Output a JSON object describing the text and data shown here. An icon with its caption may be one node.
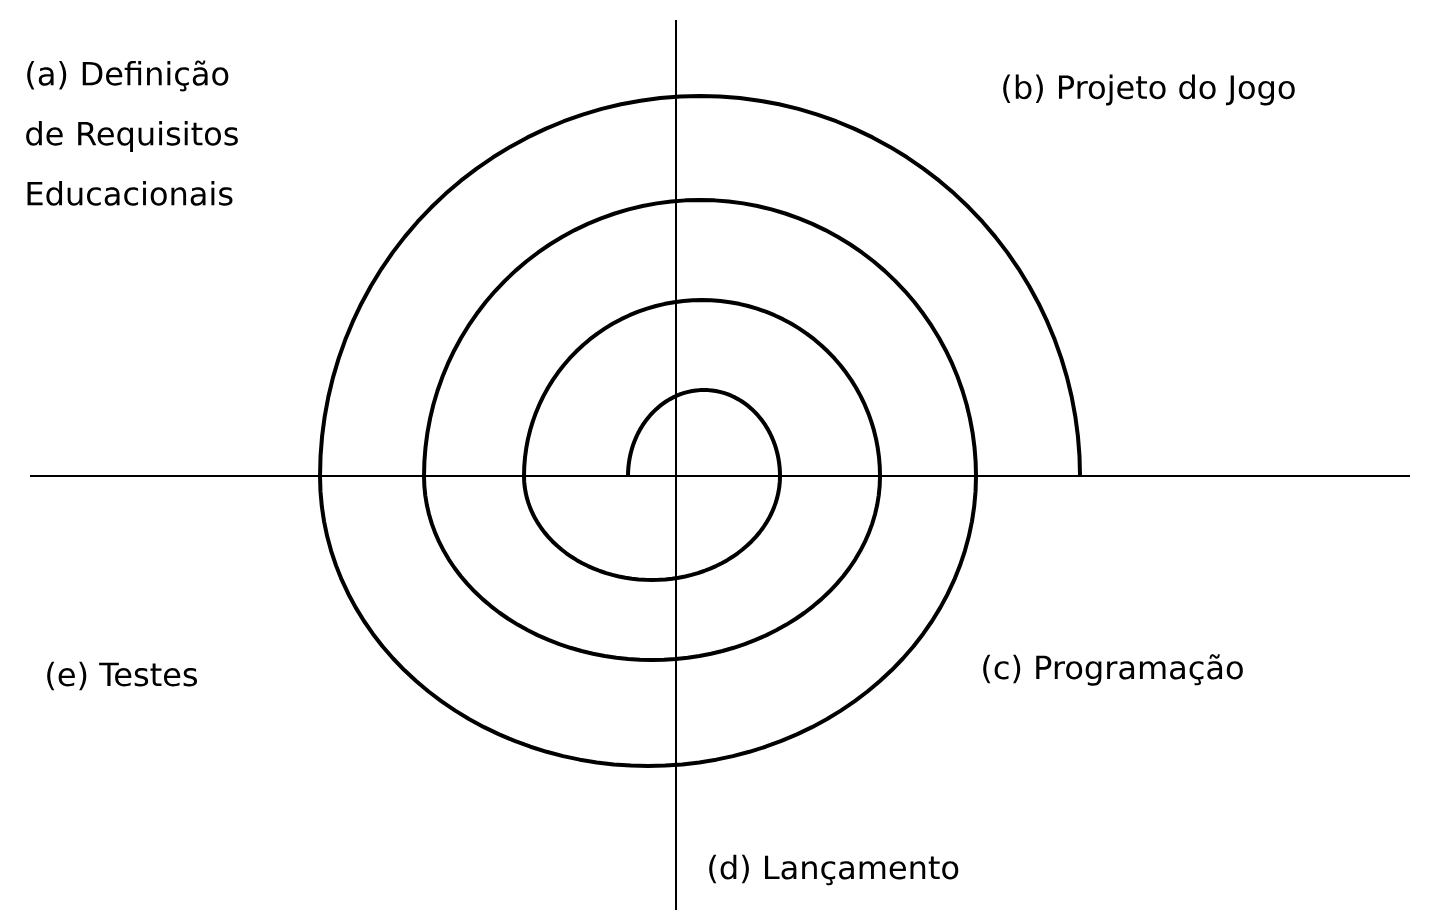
{
  "diagram": {
    "labels": [
      "(a) Definição de Requisitos Educacionais",
      "(b) Projeto do Jogo",
      "(c) Programação",
      "(d) Lançamento",
      "(e) Testes"
    ]
  }
}
